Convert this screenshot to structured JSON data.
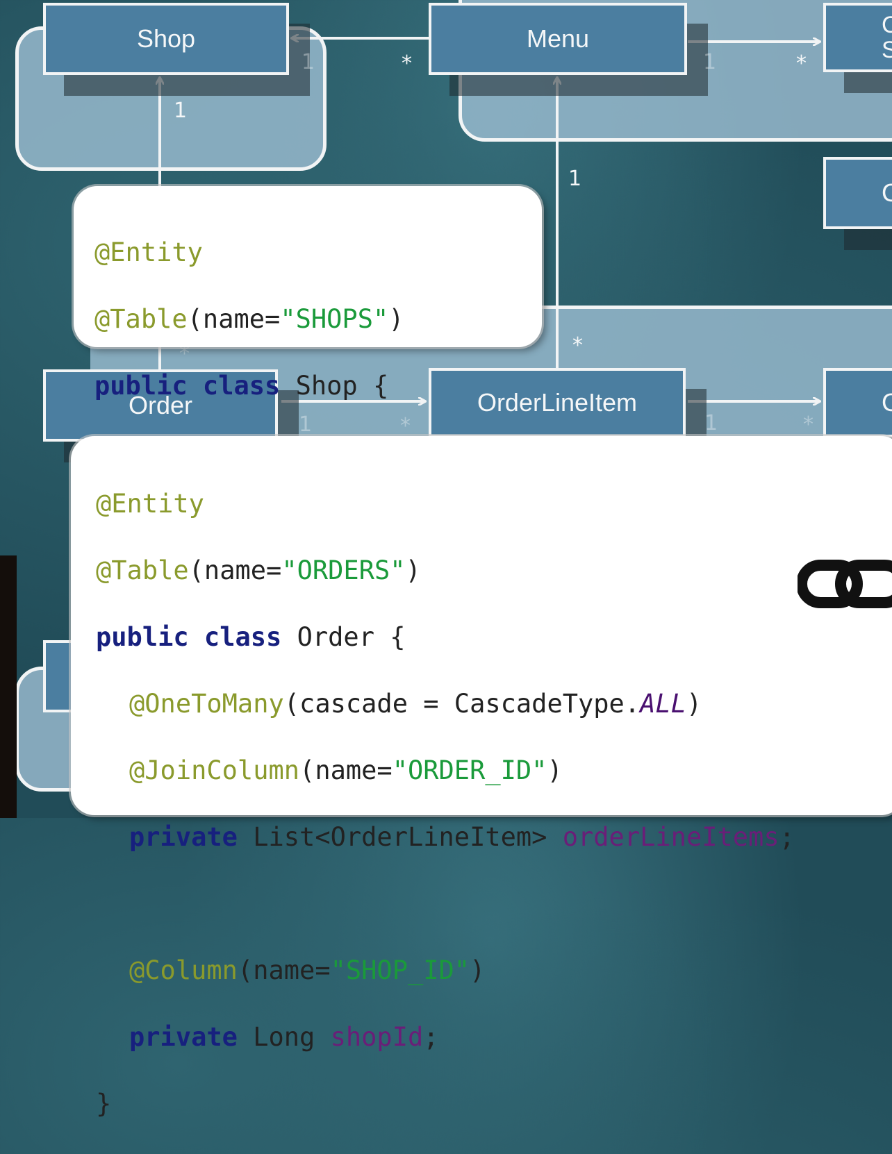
{
  "colors": {
    "entity_fill": "#4b7ea0",
    "group_fill": "#96b9cd",
    "background": "#214c58",
    "code_annotation": "#8a9a2c",
    "code_keyword": "#17207e",
    "code_string": "#1a9a3a",
    "code_field": "#6a1e78"
  },
  "entities": {
    "shop": "Shop",
    "menu": "Menu",
    "order": "Order",
    "order_line_item": "OrderLineItem",
    "partial_top_right": "C\nS",
    "partial_mid_right": "C",
    "partial_bottom_right": "C"
  },
  "multiplicities": {
    "menu_to_shop_one": "1",
    "menu_to_shop_many": "*",
    "menu_right_one": "1",
    "menu_right_many": "*",
    "shop_up_one": "1",
    "menu_up_one": "1",
    "line_item_up_many": "*",
    "order_shop_many": "*",
    "order_to_line_one": "1",
    "order_to_line_many": "*",
    "line_right_one": "1",
    "line_right_many": "*"
  },
  "code_shop": {
    "l1_ann": "@Entity",
    "l2_ann": "@Table",
    "l2_open": "(name=",
    "l2_str": "\"SHOPS\"",
    "l2_close": ")",
    "l3_kw": "public class",
    "l3_rest": " Shop {",
    "l4": "}"
  },
  "code_order": {
    "l1_ann": "@Entity",
    "l2_ann": "@Table",
    "l2_open": "(name=",
    "l2_str": "\"ORDERS\"",
    "l2_close": ")",
    "l3_kw": "public class",
    "l3_rest": " Order {",
    "l4_ann": "@OneToMany",
    "l4_open": "(cascade = CascadeType.",
    "l4_ital": "ALL",
    "l4_close": ")",
    "l5_ann": "@JoinColumn",
    "l5_open": "(name=",
    "l5_str": "\"ORDER_ID\"",
    "l5_close": ")",
    "l6_kw": "private",
    "l6_type": " List<OrderLineItem> ",
    "l6_fld": "orderLineItems",
    "l6_end": ";",
    "l7_ann": "@Column",
    "l7_open": "(name=",
    "l7_str": "\"SHOP_ID\"",
    "l7_close": ")",
    "l8_kw": "private",
    "l8_type": " Long ",
    "l8_fld": "shopId",
    "l8_end": ";",
    "l9": "}"
  },
  "icons": {
    "link": "chain-link-icon"
  }
}
